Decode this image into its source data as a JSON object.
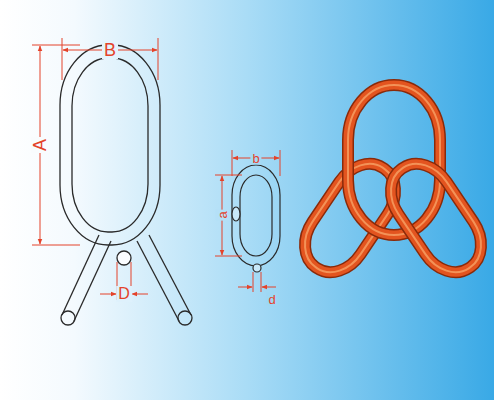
{
  "diagram": {
    "labels": [
      "B",
      "A",
      "D",
      "b",
      "a",
      "d"
    ]
  }
}
